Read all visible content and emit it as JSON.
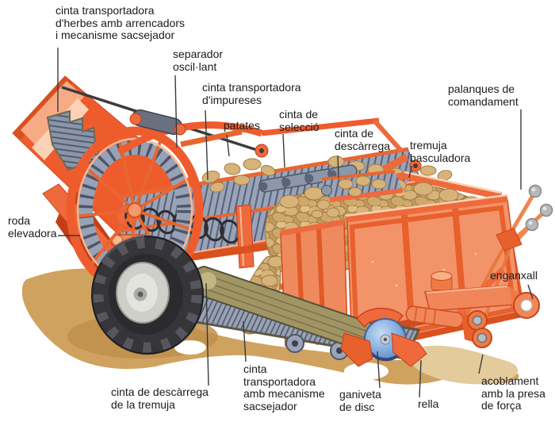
{
  "figure": {
    "subject": "potato-harvester-cutaway-diagram",
    "language": "Catalan"
  },
  "labels": [
    {
      "id": "cinta-herbes",
      "text": "cinta transportadora\nd'herbes amb arrencadors\ni mecanisme sacsejador"
    },
    {
      "id": "separador",
      "text": "separador\noscil·lant"
    },
    {
      "id": "impureses",
      "text": "cinta transportadora\nd'impureses"
    },
    {
      "id": "patates",
      "text": "patates"
    },
    {
      "id": "seleccio",
      "text": "cinta de\nselecció"
    },
    {
      "id": "descarrega",
      "text": "cinta de\ndescàrrega"
    },
    {
      "id": "tremuja",
      "text": "tremuja\nbasculadora"
    },
    {
      "id": "palanques",
      "text": "palanques de\ncomandament"
    },
    {
      "id": "roda-elevadora",
      "text": "roda\nelevadora"
    },
    {
      "id": "enganxall",
      "text": "enganxall"
    },
    {
      "id": "descarrega-tremuja",
      "text": "cinta de descàrrega\nde la tremuja"
    },
    {
      "id": "cinta-sacsejador",
      "text": "cinta\ntransportadora\namb mecanisme\nsacsejador"
    },
    {
      "id": "ganiveta",
      "text": "ganiveta\nde disc"
    },
    {
      "id": "rella",
      "text": "rella"
    },
    {
      "id": "acoblament",
      "text": "acoblament\namb la presa\nde força"
    }
  ],
  "colors": {
    "background": "#ffffff",
    "machine_orange": "#ee5c2e",
    "machine_orange_dark": "#d34a1e",
    "machine_salmon": "#f2936a",
    "machine_highlight": "#f8b894",
    "belt_grey": "#9aa4b8",
    "belt_dark": "#57617a",
    "coil_black": "#2e2e30",
    "potato": "#d7b379",
    "potato_dark": "#a07c46",
    "heap_base": "#c29a5e",
    "ground": "#cfa25f",
    "ground_dark": "#bf8f4c",
    "ground_light": "#e3cb9c",
    "olive": "#a29564",
    "tire": "#35353a",
    "tire_lug": "#56565c",
    "hub": "#cfcfc9",
    "disc_blue": "#85aede",
    "knob_grey": "#b8b8b4",
    "label_text": "#1b1b1b",
    "leader": "#3a3a3a"
  }
}
